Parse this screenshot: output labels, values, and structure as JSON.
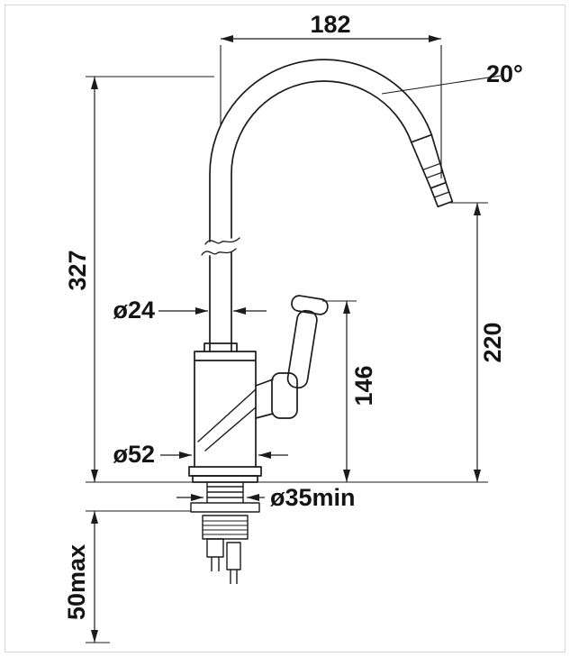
{
  "drawing": {
    "kind": "technical-dimension-diagram",
    "subject": "kitchen faucet side elevation with mounting hardware",
    "colors": {
      "background": "#ffffff",
      "line": "#1b1b1b",
      "text": "#141414"
    },
    "labels": {
      "overall_width": "182",
      "spout_angle": "20°",
      "overall_height": "327",
      "tube_diameter": "ø24",
      "outlet_height": "220",
      "handle_height": "146",
      "base_diameter": "ø52",
      "mounting_hole": "ø35min",
      "deck_thickness": "50max"
    }
  }
}
